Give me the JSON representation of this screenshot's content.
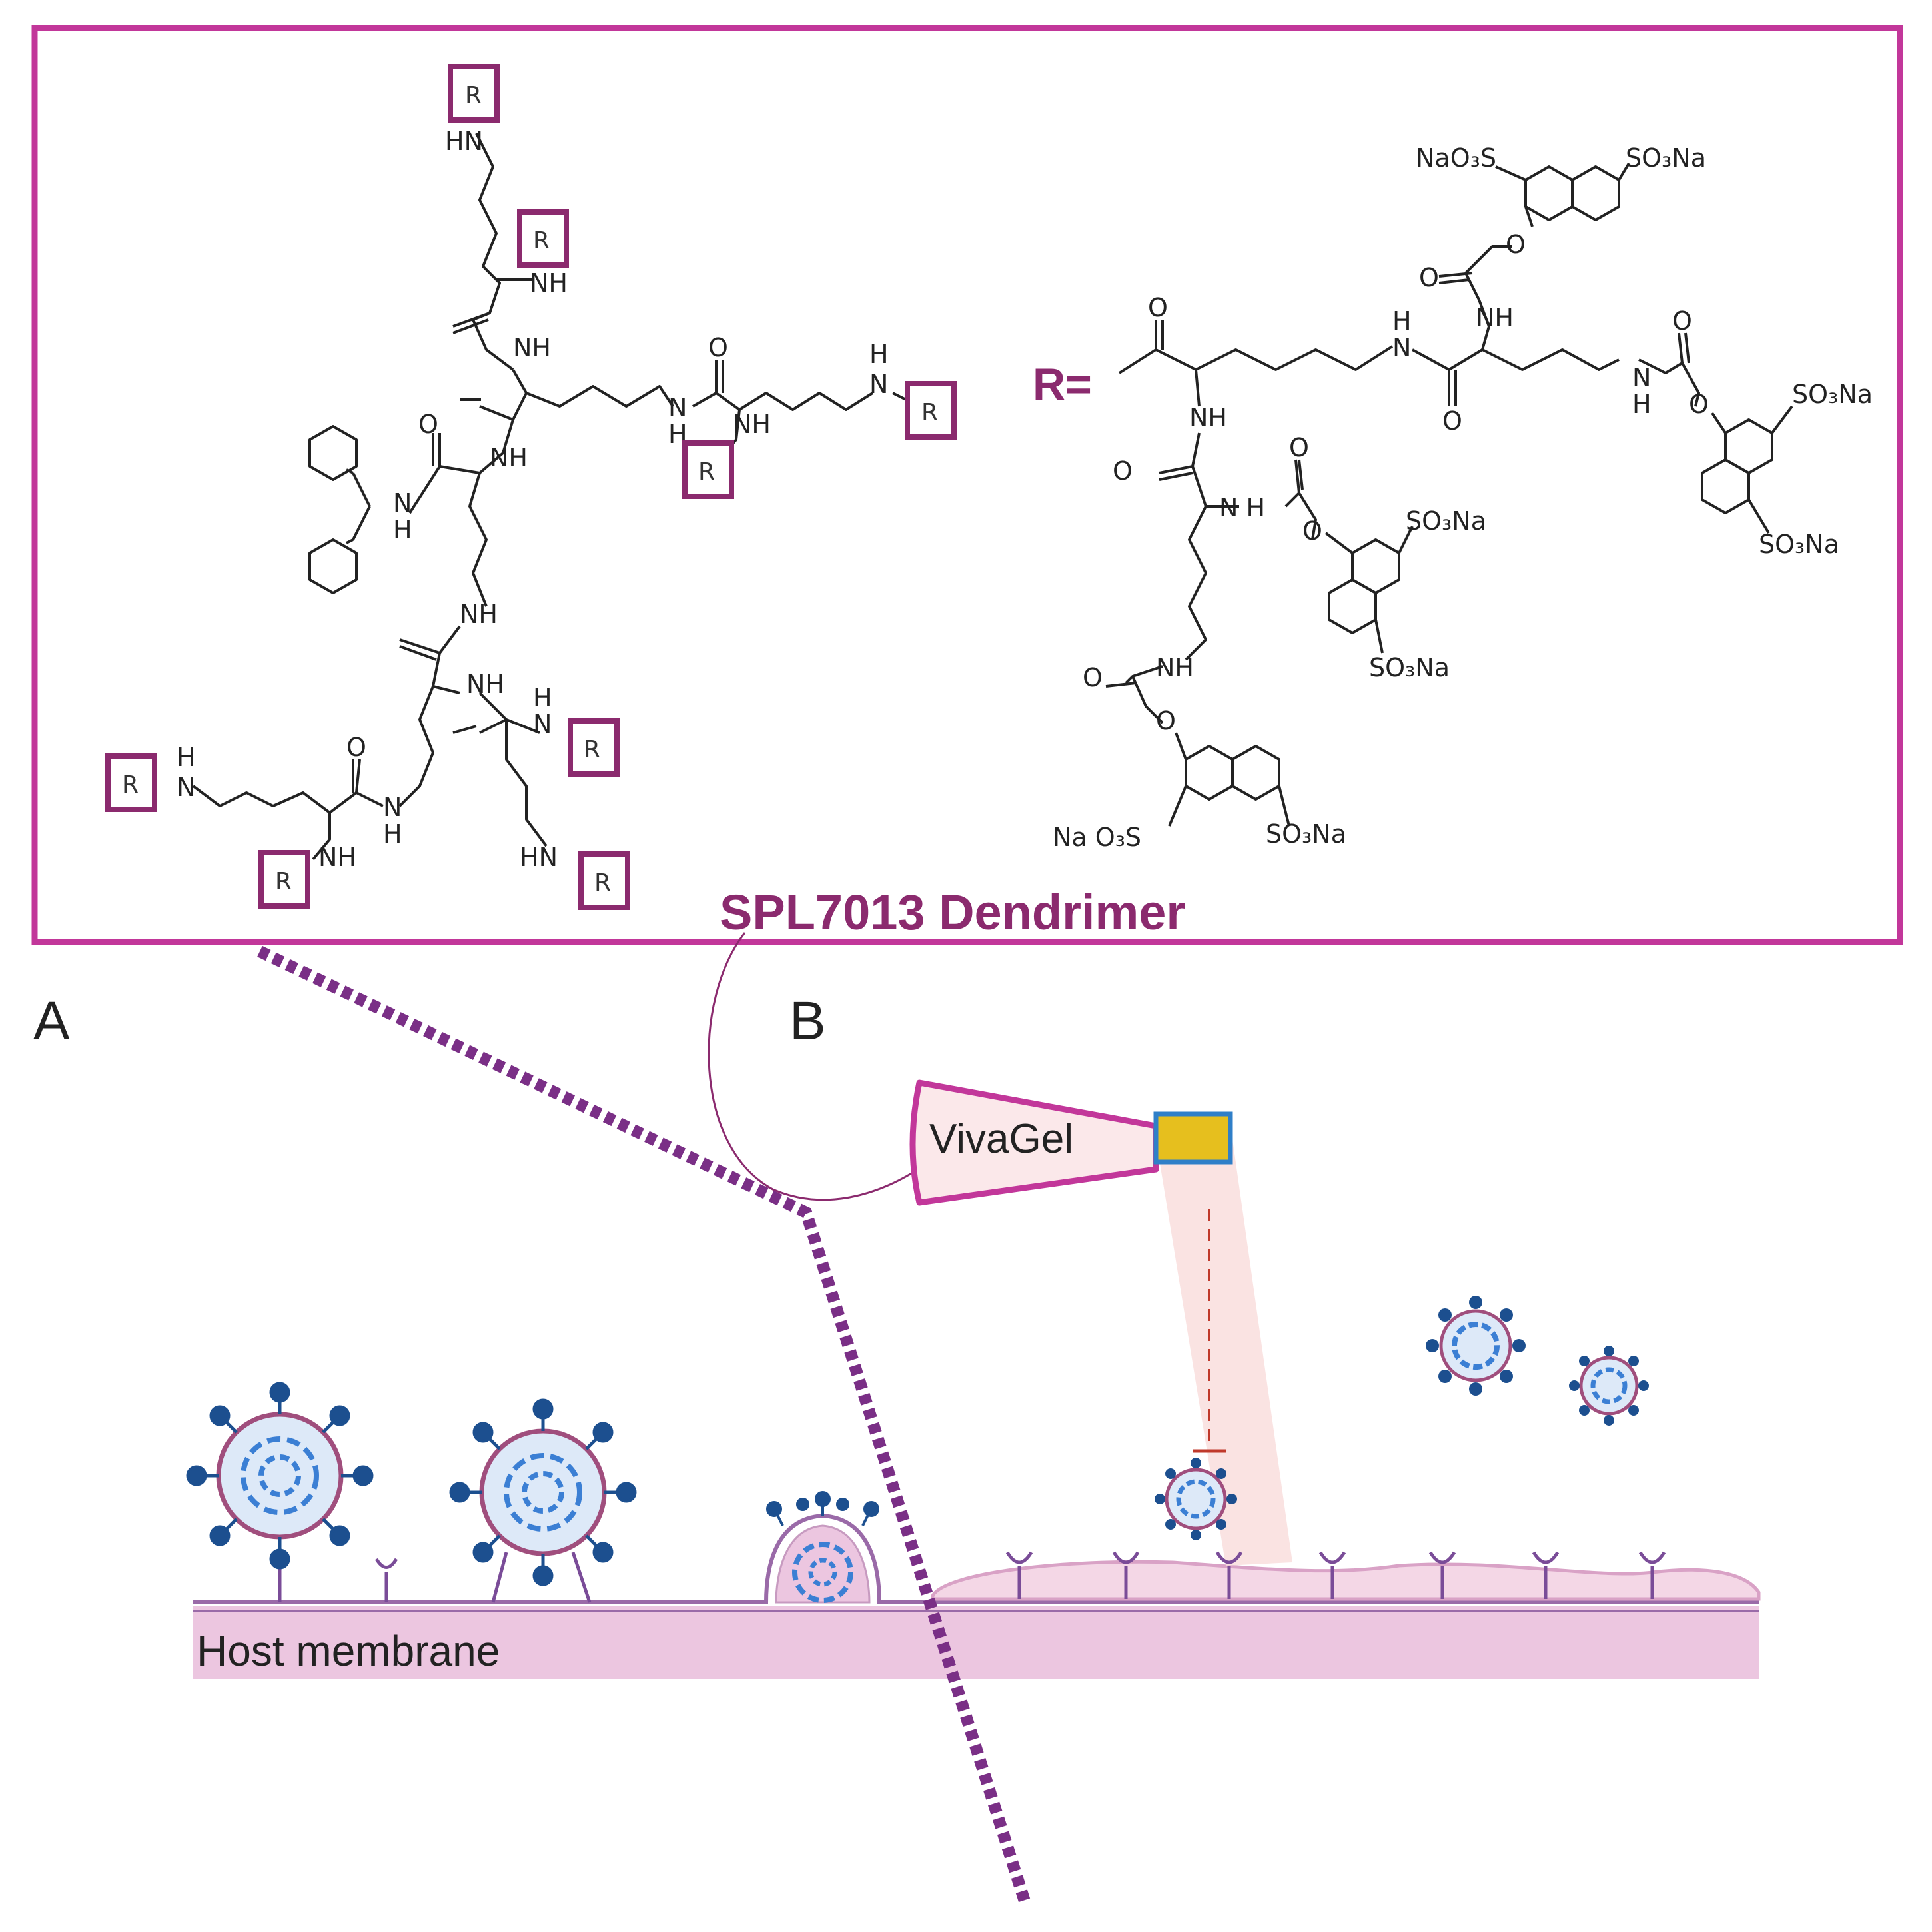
{
  "panel_labels": {
    "a": "A",
    "b": "B"
  },
  "title": "SPL7013 Dendrimer",
  "r_equals": "R=",
  "r_group_label": "R",
  "product_label": "VivaGel",
  "membrane_label": "Host membrane",
  "chem": {
    "nh": "NH",
    "hn": "HN",
    "h": "H",
    "n": "N",
    "o": "O",
    "so3na": "SO₃Na",
    "nao3s": "NaO₃S",
    "na_o3s": "Na O₃S",
    "n_h": "N H"
  },
  "colors": {
    "frame": "#c2379a",
    "title": "#8b2a6e",
    "rbox": "#8b2a6e",
    "dash": "#7a2f86",
    "membrane": "#ecc6e0",
    "membrane_line": "#9a6aa8",
    "virus": "#1c4f8f",
    "virus_core": "#3b7fd4",
    "gel_fill": "#fbe8ea",
    "cartridge": "#e6bf1e",
    "cartridge_border": "#2f7fc8",
    "inhibit": "#c0392b"
  }
}
